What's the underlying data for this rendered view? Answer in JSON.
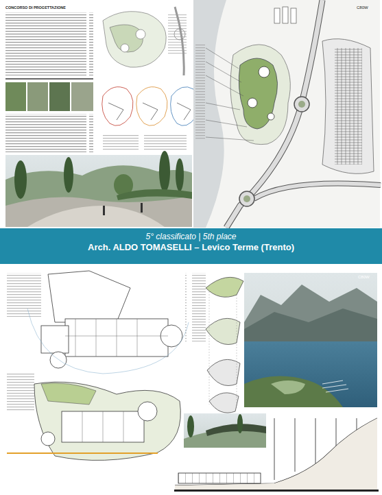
{
  "diagram": {
    "title": "5° classificato | 5th place",
    "nodes": [
      {
        "text": [
          "Arch. ALDO TOMASELLI – Levico Terme (Trento)"
        ]
      }
    ],
    "labels": [
      "CONCORSO DI PROGETTAZIONE",
      "C80W",
      "C80W"
    ]
  }
}
